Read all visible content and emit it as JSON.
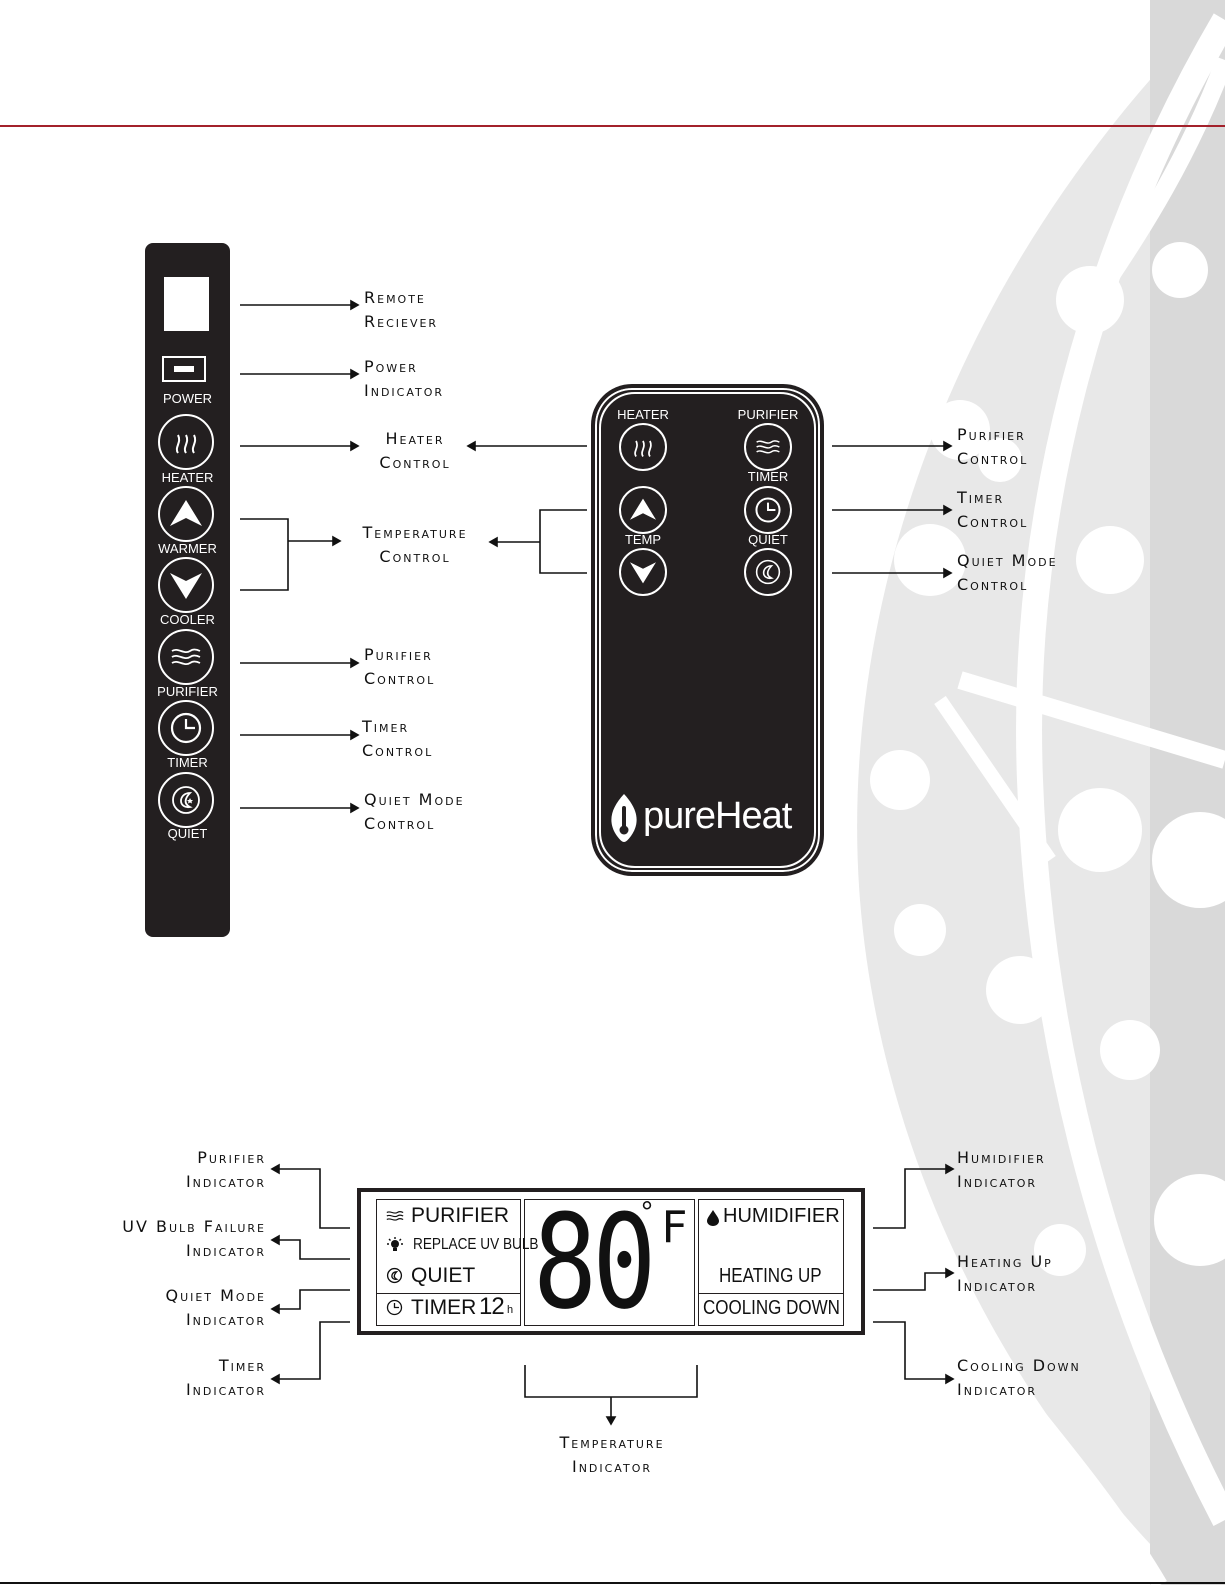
{
  "panel": {
    "buttons": [
      {
        "key": "power",
        "label": "POWER"
      },
      {
        "key": "heater",
        "label": "HEATER"
      },
      {
        "key": "warmer",
        "label": "WARMER"
      },
      {
        "key": "cooler",
        "label": "COOLER"
      },
      {
        "key": "purifier",
        "label": "PURIFIER"
      },
      {
        "key": "timer",
        "label": "TIMER"
      },
      {
        "key": "quiet",
        "label": "QUIET"
      }
    ],
    "callouts": {
      "remote_receiver": [
        "Remote",
        "Reciever"
      ],
      "power_indicator": [
        "Power",
        "Indicator"
      ],
      "heater_control": [
        "Heater",
        "Control"
      ],
      "temperature_control": [
        "Temperature",
        "Control"
      ],
      "purifier_control": [
        "Purifier",
        "Control"
      ],
      "timer_control": [
        "Timer",
        "Control"
      ],
      "quiet_mode_control": [
        "Quiet Mode",
        "Control"
      ]
    }
  },
  "remote": {
    "labels": {
      "heater": "HEATER",
      "purifier": "PURIFIER",
      "timer": "TIMER",
      "temp": "TEMP",
      "quiet": "QUIET"
    },
    "brand": "pureHeat",
    "callouts": {
      "purifier_control": [
        "Purifier",
        "Control"
      ],
      "timer_control": [
        "Timer",
        "Control"
      ],
      "quiet_mode_control": [
        "Quiet Mode",
        "Control"
      ]
    }
  },
  "lcd": {
    "left": {
      "purifier": "PURIFIER",
      "replace_uv": "REPLACE UV BULB",
      "quiet": "QUIET",
      "timer": "TIMER",
      "timer_value": "12",
      "timer_unit": "h"
    },
    "temperature": {
      "value": "80",
      "degree": "°",
      "unit": "F"
    },
    "right": {
      "humidifier": "HUMIDIFIER",
      "heating": "HEATING UP",
      "cooling": "COOLING DOWN"
    },
    "callouts": {
      "purifier_indicator": [
        "Purifier",
        "Indicator"
      ],
      "uv_bulb_failure": [
        "UV Bulb Failure",
        "Indicator"
      ],
      "quiet_mode_indicator": [
        "Quiet Mode",
        "Indicator"
      ],
      "timer_indicator": [
        "Timer",
        "Indicator"
      ],
      "humidifier_indicator": [
        "Humidifier",
        "Indicator"
      ],
      "heating_up_indicator": [
        "Heating Up",
        "Indicator"
      ],
      "cooling_down_indicator": [
        "Cooling Down",
        "Indicator"
      ],
      "temperature_indicator": [
        "Temperature",
        "Indicator"
      ]
    }
  },
  "colors": {
    "accent": "#a3212b",
    "panel": "#231f20",
    "watermark": "#e6e6e6"
  }
}
